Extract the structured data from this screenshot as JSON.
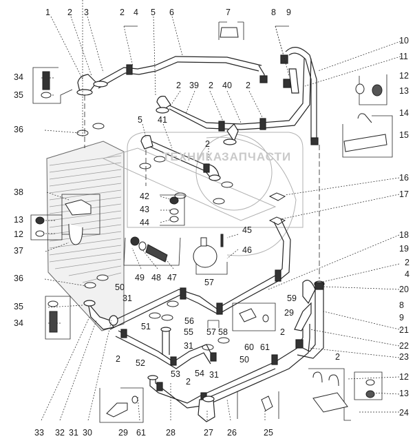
{
  "diagram": {
    "title": "",
    "watermark": {
      "left": "ТЕХНИКА",
      "right": "ЗАПЧАСТИ"
    },
    "callouts": [
      {
        "id": "c1",
        "text": "1"
      },
      {
        "id": "c2a",
        "text": "2"
      },
      {
        "id": "c3",
        "text": "3"
      },
      {
        "id": "c2b",
        "text": "2"
      },
      {
        "id": "c4a",
        "text": "4"
      },
      {
        "id": "c5a",
        "text": "5"
      },
      {
        "id": "c6",
        "text": "6"
      },
      {
        "id": "c7",
        "text": "7"
      },
      {
        "id": "c8a",
        "text": "8"
      },
      {
        "id": "c9a",
        "text": "9"
      },
      {
        "id": "c10",
        "text": "10"
      },
      {
        "id": "c11",
        "text": "11"
      },
      {
        "id": "c12a",
        "text": "12"
      },
      {
        "id": "c13a",
        "text": "13"
      },
      {
        "id": "c14",
        "text": "14"
      },
      {
        "id": "c15",
        "text": "15"
      },
      {
        "id": "c34a",
        "text": "34"
      },
      {
        "id": "c35a",
        "text": "35"
      },
      {
        "id": "c2c",
        "text": "2"
      },
      {
        "id": "c39",
        "text": "39"
      },
      {
        "id": "c2d",
        "text": "2"
      },
      {
        "id": "c40",
        "text": "40"
      },
      {
        "id": "c2e",
        "text": "2"
      },
      {
        "id": "c36a",
        "text": "36"
      },
      {
        "id": "c5b",
        "text": "5"
      },
      {
        "id": "c41",
        "text": "41"
      },
      {
        "id": "c2f",
        "text": "2"
      },
      {
        "id": "c16",
        "text": "16"
      },
      {
        "id": "c17",
        "text": "17"
      },
      {
        "id": "c38",
        "text": "38"
      },
      {
        "id": "c42",
        "text": "42"
      },
      {
        "id": "c43",
        "text": "43"
      },
      {
        "id": "c44",
        "text": "44"
      },
      {
        "id": "c13b",
        "text": "13"
      },
      {
        "id": "c12b",
        "text": "12"
      },
      {
        "id": "c37",
        "text": "37"
      },
      {
        "id": "c45",
        "text": "45"
      },
      {
        "id": "c46",
        "text": "46"
      },
      {
        "id": "c18",
        "text": "18"
      },
      {
        "id": "c19",
        "text": "19"
      },
      {
        "id": "c2g",
        "text": "2"
      },
      {
        "id": "c4b",
        "text": "4"
      },
      {
        "id": "c49",
        "text": "49"
      },
      {
        "id": "c48",
        "text": "48"
      },
      {
        "id": "c47",
        "text": "47"
      },
      {
        "id": "c36b",
        "text": "36"
      },
      {
        "id": "c50a",
        "text": "50"
      },
      {
        "id": "c57a",
        "text": "57"
      },
      {
        "id": "c59",
        "text": "59"
      },
      {
        "id": "c20",
        "text": "20"
      },
      {
        "id": "c31a",
        "text": "31"
      },
      {
        "id": "c8b",
        "text": "8"
      },
      {
        "id": "c35b",
        "text": "35"
      },
      {
        "id": "c51",
        "text": "51"
      },
      {
        "id": "c56",
        "text": "56"
      },
      {
        "id": "c29a",
        "text": "29"
      },
      {
        "id": "c9b",
        "text": "9"
      },
      {
        "id": "c57b",
        "text": "57"
      },
      {
        "id": "c58",
        "text": "58"
      },
      {
        "id": "c21",
        "text": "21"
      },
      {
        "id": "c34b",
        "text": "34"
      },
      {
        "id": "c55",
        "text": "55"
      },
      {
        "id": "c2h",
        "text": "2"
      },
      {
        "id": "c60",
        "text": "60"
      },
      {
        "id": "c61a",
        "text": "61"
      },
      {
        "id": "c22",
        "text": "22"
      },
      {
        "id": "c31b",
        "text": "31"
      },
      {
        "id": "c50b",
        "text": "50"
      },
      {
        "id": "c2i",
        "text": "2"
      },
      {
        "id": "c2j",
        "text": "2"
      },
      {
        "id": "c52",
        "text": "52"
      },
      {
        "id": "c54",
        "text": "54"
      },
      {
        "id": "c31c",
        "text": "31"
      },
      {
        "id": "c23",
        "text": "23"
      },
      {
        "id": "c53",
        "text": "53"
      },
      {
        "id": "c2k",
        "text": "2"
      },
      {
        "id": "c12c",
        "text": "12"
      },
      {
        "id": "c13c",
        "text": "13"
      },
      {
        "id": "c24",
        "text": "24"
      },
      {
        "id": "c33",
        "text": "33"
      },
      {
        "id": "c32",
        "text": "32"
      },
      {
        "id": "c31d",
        "text": "31"
      },
      {
        "id": "c30",
        "text": "30"
      },
      {
        "id": "c29b",
        "text": "29"
      },
      {
        "id": "c61b",
        "text": "61"
      },
      {
        "id": "c28",
        "text": "28"
      },
      {
        "id": "c27",
        "text": "27"
      },
      {
        "id": "c26",
        "text": "26"
      },
      {
        "id": "c25",
        "text": "25"
      }
    ]
  }
}
